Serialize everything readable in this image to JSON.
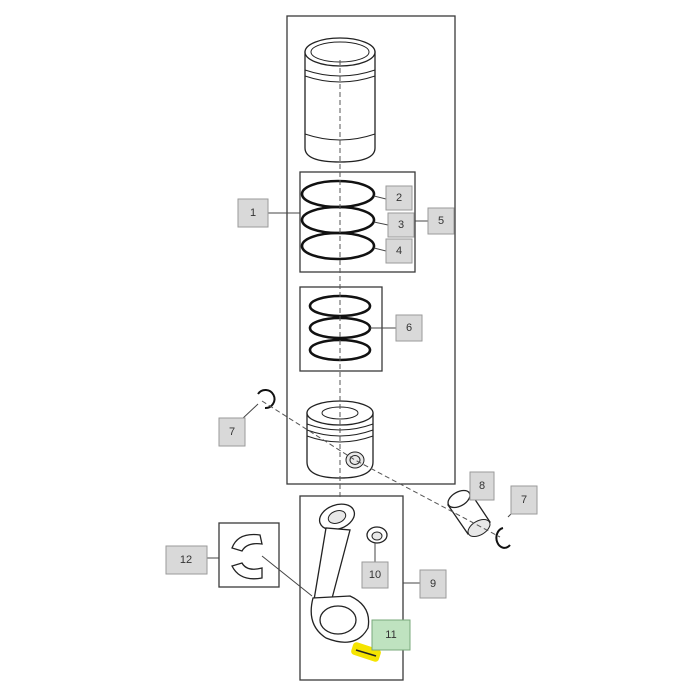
{
  "callouts": {
    "c1": "1",
    "c2": "2",
    "c3": "3",
    "c4": "4",
    "c5": "5",
    "c6": "6",
    "c7a": "7",
    "c7b": "7",
    "c8": "8",
    "c9": "9",
    "c10": "10",
    "c11": "11",
    "c12": "12"
  },
  "colors": {
    "highlight": "#f5e400",
    "callout_fill": "#d9d9d9",
    "callout_highlight_fill": "#bfe3c0"
  }
}
